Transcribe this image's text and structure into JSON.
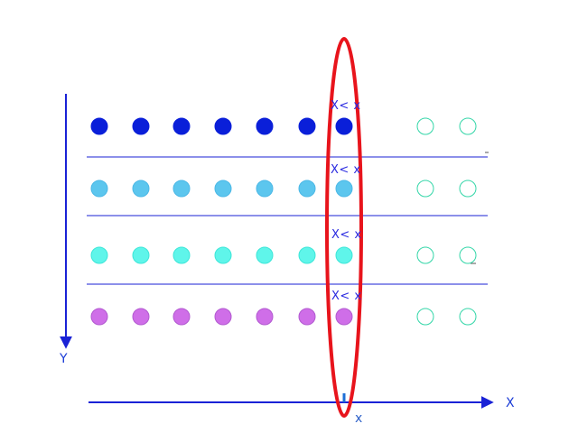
{
  "axes": {
    "y_label": "Y",
    "x_label": "X",
    "x_cut_label": "x"
  },
  "comparison_labels": [
    "X< x",
    "X< x",
    "X< x",
    "X< x"
  ],
  "dot_grid": {
    "columns": 9,
    "filled_columns": 7,
    "rows": [
      {
        "fill": "#0a1fd9",
        "stroke": "#0a1fd9"
      },
      {
        "fill": "#5cc6ee",
        "stroke": "#4cb8e6"
      },
      {
        "fill": "#5ff5ea",
        "stroke": "#3de6d8"
      },
      {
        "fill": "#cf6ee8",
        "stroke": "#b25ad0"
      }
    ],
    "empty_stroke": "#33d6a8"
  },
  "colors": {
    "axis": "#1a22d6",
    "separator": "#1a22d6",
    "highlight_ellipse": "#e8141c",
    "cut_marker": "#1e6fd6"
  }
}
